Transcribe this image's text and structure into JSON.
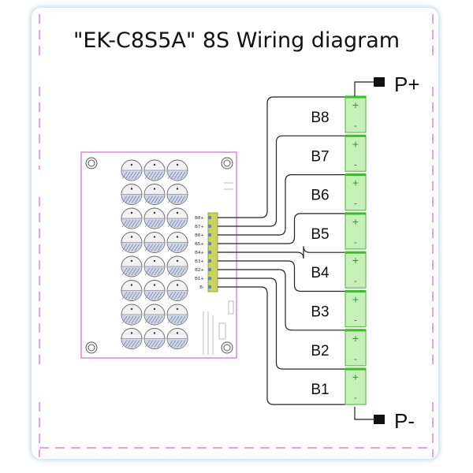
{
  "title": "\"EK-C8S5A\"  8S Wiring diagram",
  "terminals": {
    "positive": "P+",
    "negative": "P-"
  },
  "cells": [
    "B8",
    "B7",
    "B6",
    "B5",
    "B4",
    "B3",
    "B2",
    "B1"
  ],
  "cell_polarity": {
    "plus": "+",
    "minus": "-"
  },
  "board": {
    "pins": [
      "B8+",
      "B7+",
      "B6+",
      "B5+",
      "B4+",
      "B3+",
      "B2+",
      "B1+",
      "B-"
    ]
  },
  "colors": {
    "card_shadow": "#9ec3d8",
    "guide_dash": "#e040d0",
    "board_outline": "#e26fcf",
    "cell_fill": "#c6f0b8",
    "cell_border": "#5fc04a",
    "cell_contact": "#2fc21f",
    "wire": "#222222",
    "connector": "#c9d45a",
    "pin_dot": "#5f7fd0"
  }
}
